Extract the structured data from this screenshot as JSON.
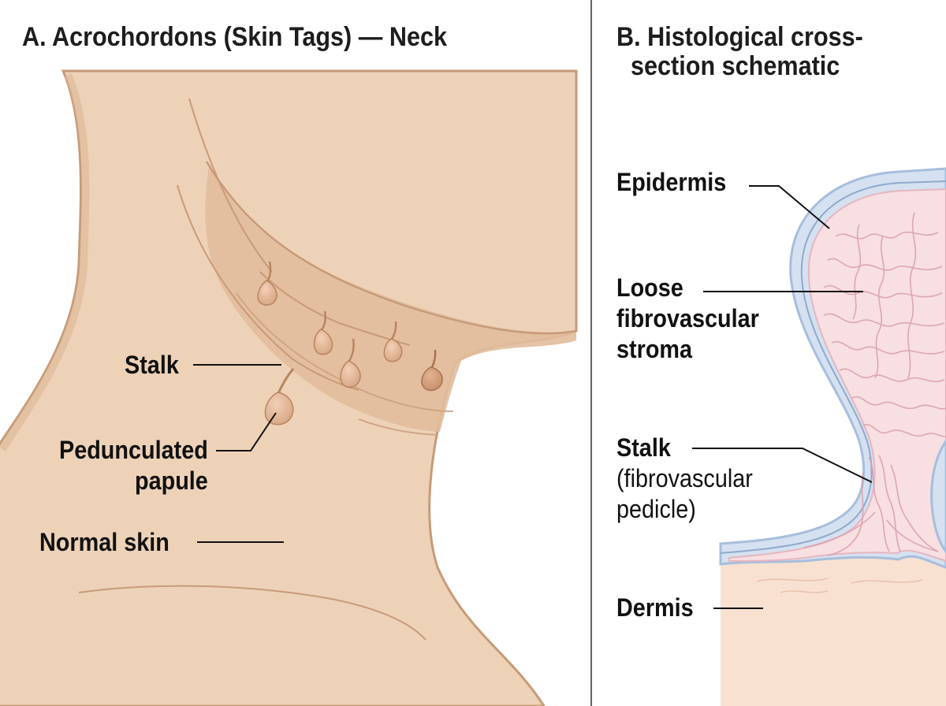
{
  "panel_a": {
    "title": "A. Acrochordons (Skin Tags) — Neck",
    "labels": {
      "stalk": "Stalk",
      "papule_line1": "Pedunculated",
      "papule_line2": "papule",
      "normal_skin": "Normal skin"
    }
  },
  "panel_b": {
    "title_line1": "B. Histological cross-",
    "title_line2": "section schematic",
    "labels": {
      "epidermis": "Epidermis",
      "stroma_line1": "Loose",
      "stroma_line2": "fibrovascular",
      "stroma_line3": "stroma",
      "stalk": "Stalk",
      "stalk_sub1": "(fibrovascular",
      "stalk_sub2": "pedicle)",
      "dermis": "Dermis"
    }
  },
  "colors": {
    "skin": "#edd2b8",
    "skin_shadow": "#e1bc9c",
    "outline": "#c79a78",
    "epidermis": "#d5e1f0",
    "epidermis_edge": "#a7bedc",
    "stroma": "#f7dfe2",
    "vessel": "#dba0ac",
    "dermis": "#f8e1d1",
    "divider": "#666666"
  }
}
